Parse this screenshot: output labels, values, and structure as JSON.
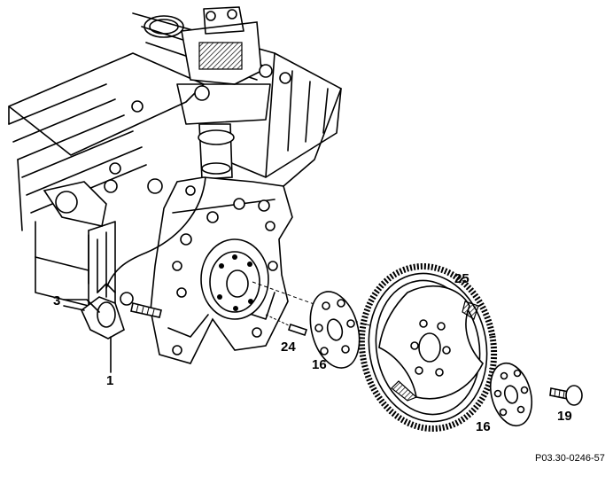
{
  "callouts": {
    "c1": "1",
    "c3": "3",
    "c24": "24",
    "c16a": "16",
    "c25": "25",
    "c16b": "16",
    "c19": "19"
  },
  "reference_code": "P03.30-0246-57"
}
